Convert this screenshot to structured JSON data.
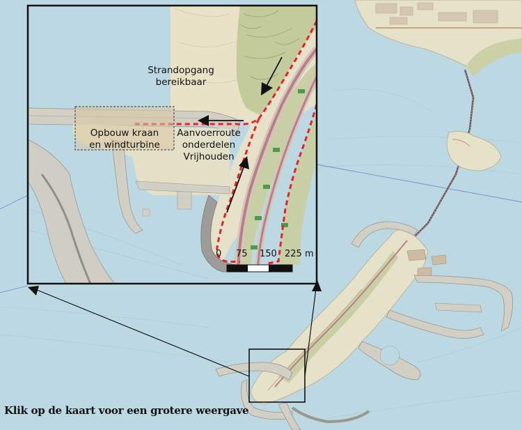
{
  "labels": {
    "beach_access": "Strandopgang\nbereikbaar",
    "crane_assembly": "Opbouw kraan\nen windturbine",
    "supply_route": "Aanvoerroute\nonderdelen\nVrijhouden"
  },
  "scale": {
    "ticks": [
      "0",
      "75",
      "150",
      "225 m"
    ]
  },
  "caption": "Klik op de kaart voor een grotere weergave",
  "colors": {
    "water": "#bcd9e3",
    "land": "#e4e0c8",
    "dune": "#c9cfa5",
    "route": "#e8202a",
    "frame": "#111111",
    "dam": "#d2cfc4"
  }
}
